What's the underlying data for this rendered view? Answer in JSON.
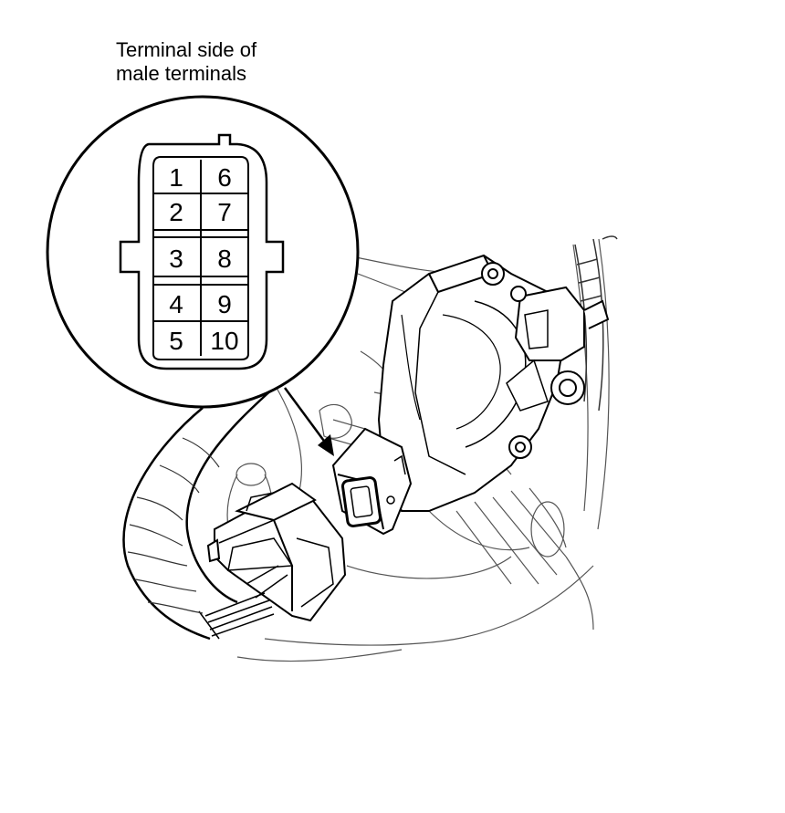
{
  "caption": {
    "line1": "Terminal side of",
    "line2": "male terminals"
  },
  "connector": {
    "pins_left": [
      "1",
      "2",
      "3",
      "4",
      "5"
    ],
    "pins_right": [
      "6",
      "7",
      "8",
      "9",
      "10"
    ]
  },
  "colors": {
    "line": "#000000",
    "thin_line": "#555555",
    "background": "#ffffff"
  }
}
